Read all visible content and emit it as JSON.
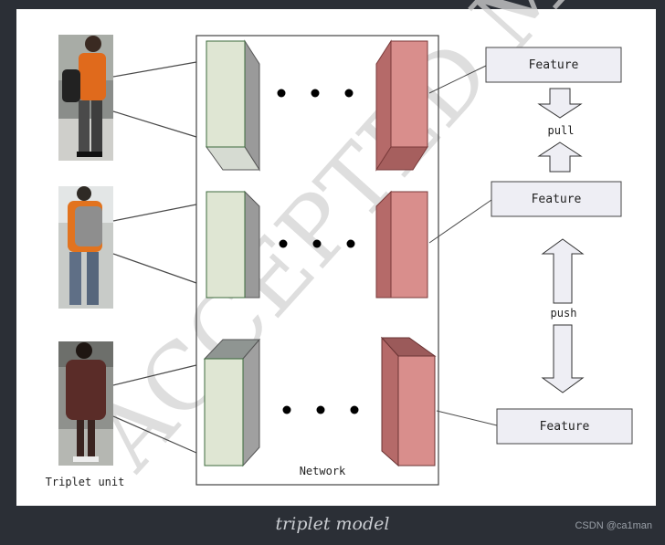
{
  "figure": {
    "triplet_label": "Triplet unit",
    "network_label": "Network",
    "pull_label": "pull",
    "push_label": "push",
    "features": [
      "Feature",
      "Feature",
      "Feature"
    ],
    "watermark": "ACCEPTED MANUSCRIPT"
  },
  "caption": "triplet model",
  "credit": "CSDN @ca1man",
  "colors": {
    "page_bg": "#2b2f36",
    "input_block": "#dfe6d3",
    "output_block": "#d98e8c",
    "arrow_fill": "#eeeef4"
  }
}
